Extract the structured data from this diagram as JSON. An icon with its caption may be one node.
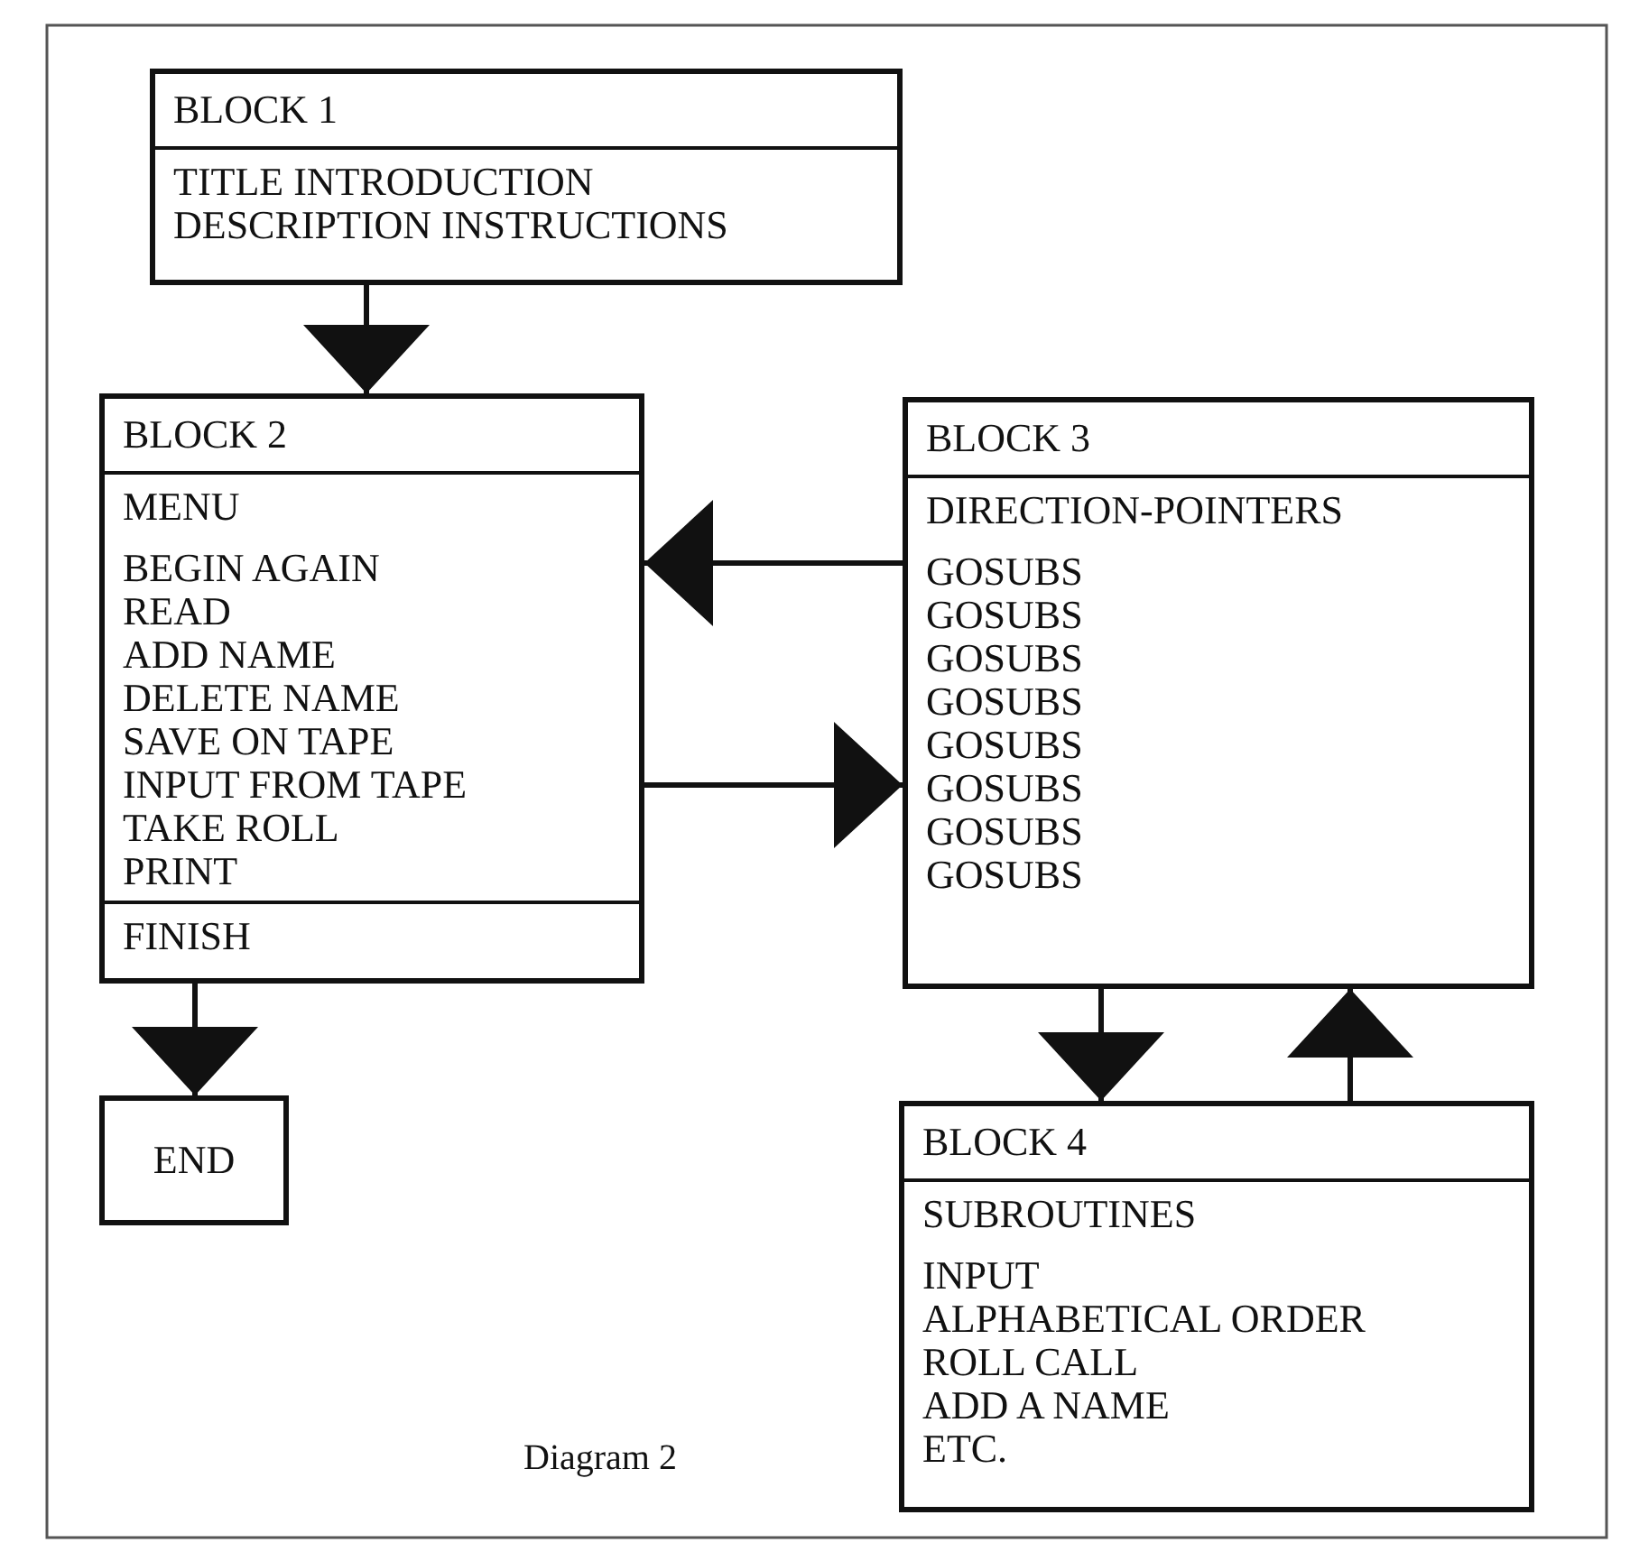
{
  "diagram": {
    "caption": "Diagram 2",
    "nodes": [
      {
        "text": [
          "BLOCK 1",
          "TITLE INTRODUCTION DESCRIPTION INSTRUCTIONS"
        ]
      },
      {
        "text": [
          "BLOCK 2",
          "MENU",
          "BEGIN AGAIN",
          "READ",
          "ADD NAME",
          "DELETE NAME",
          "SAVE ON TAPE",
          "INPUT FROM TAPE",
          "TAKE ROLL",
          "PRINT",
          "FINISH"
        ]
      },
      {
        "text": [
          "BLOCK 3",
          "DIRECTION-POINTERS",
          "GOSUBS",
          "GOSUBS",
          "GOSUBS",
          "GOSUBS",
          "GOSUBS",
          "GOSUBS",
          "GOSUBS",
          "GOSUBS"
        ]
      },
      {
        "text": [
          "END"
        ]
      },
      {
        "text": [
          "BLOCK 4",
          "SUBROUTINES",
          "INPUT",
          "ALPHABETICAL ORDER",
          "ROLL CALL",
          "ADD A NAME",
          "ETC."
        ]
      }
    ],
    "edges": [
      {
        "from": 0,
        "to": 1,
        "arrow": "to"
      },
      {
        "from": 2,
        "to": 1,
        "arrow": "to"
      },
      {
        "from": 1,
        "to": 2,
        "arrow": "to"
      },
      {
        "from": 1,
        "to": 3,
        "arrow": "to"
      },
      {
        "from": 2,
        "to": 4,
        "arrow": "to"
      },
      {
        "from": 4,
        "to": 2,
        "arrow": "to"
      }
    ]
  }
}
